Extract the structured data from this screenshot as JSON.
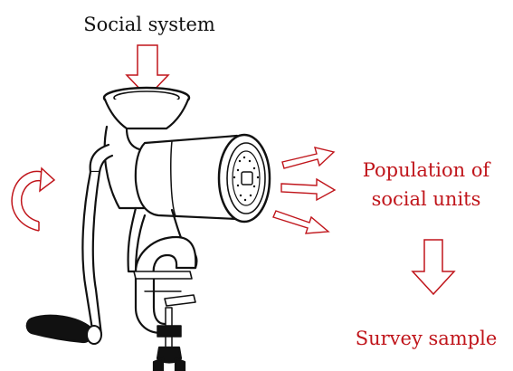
{
  "labels": {
    "input": "Social system",
    "output_line1": "Population of",
    "output_line2": "social units",
    "final": "Survey sample"
  },
  "colors": {
    "input_text": "#111111",
    "accent": "#c0151b",
    "ink": "#111111"
  },
  "icons": {
    "machine": "meat-grinder-icon",
    "rotation": "rotate-arrow-icon"
  }
}
